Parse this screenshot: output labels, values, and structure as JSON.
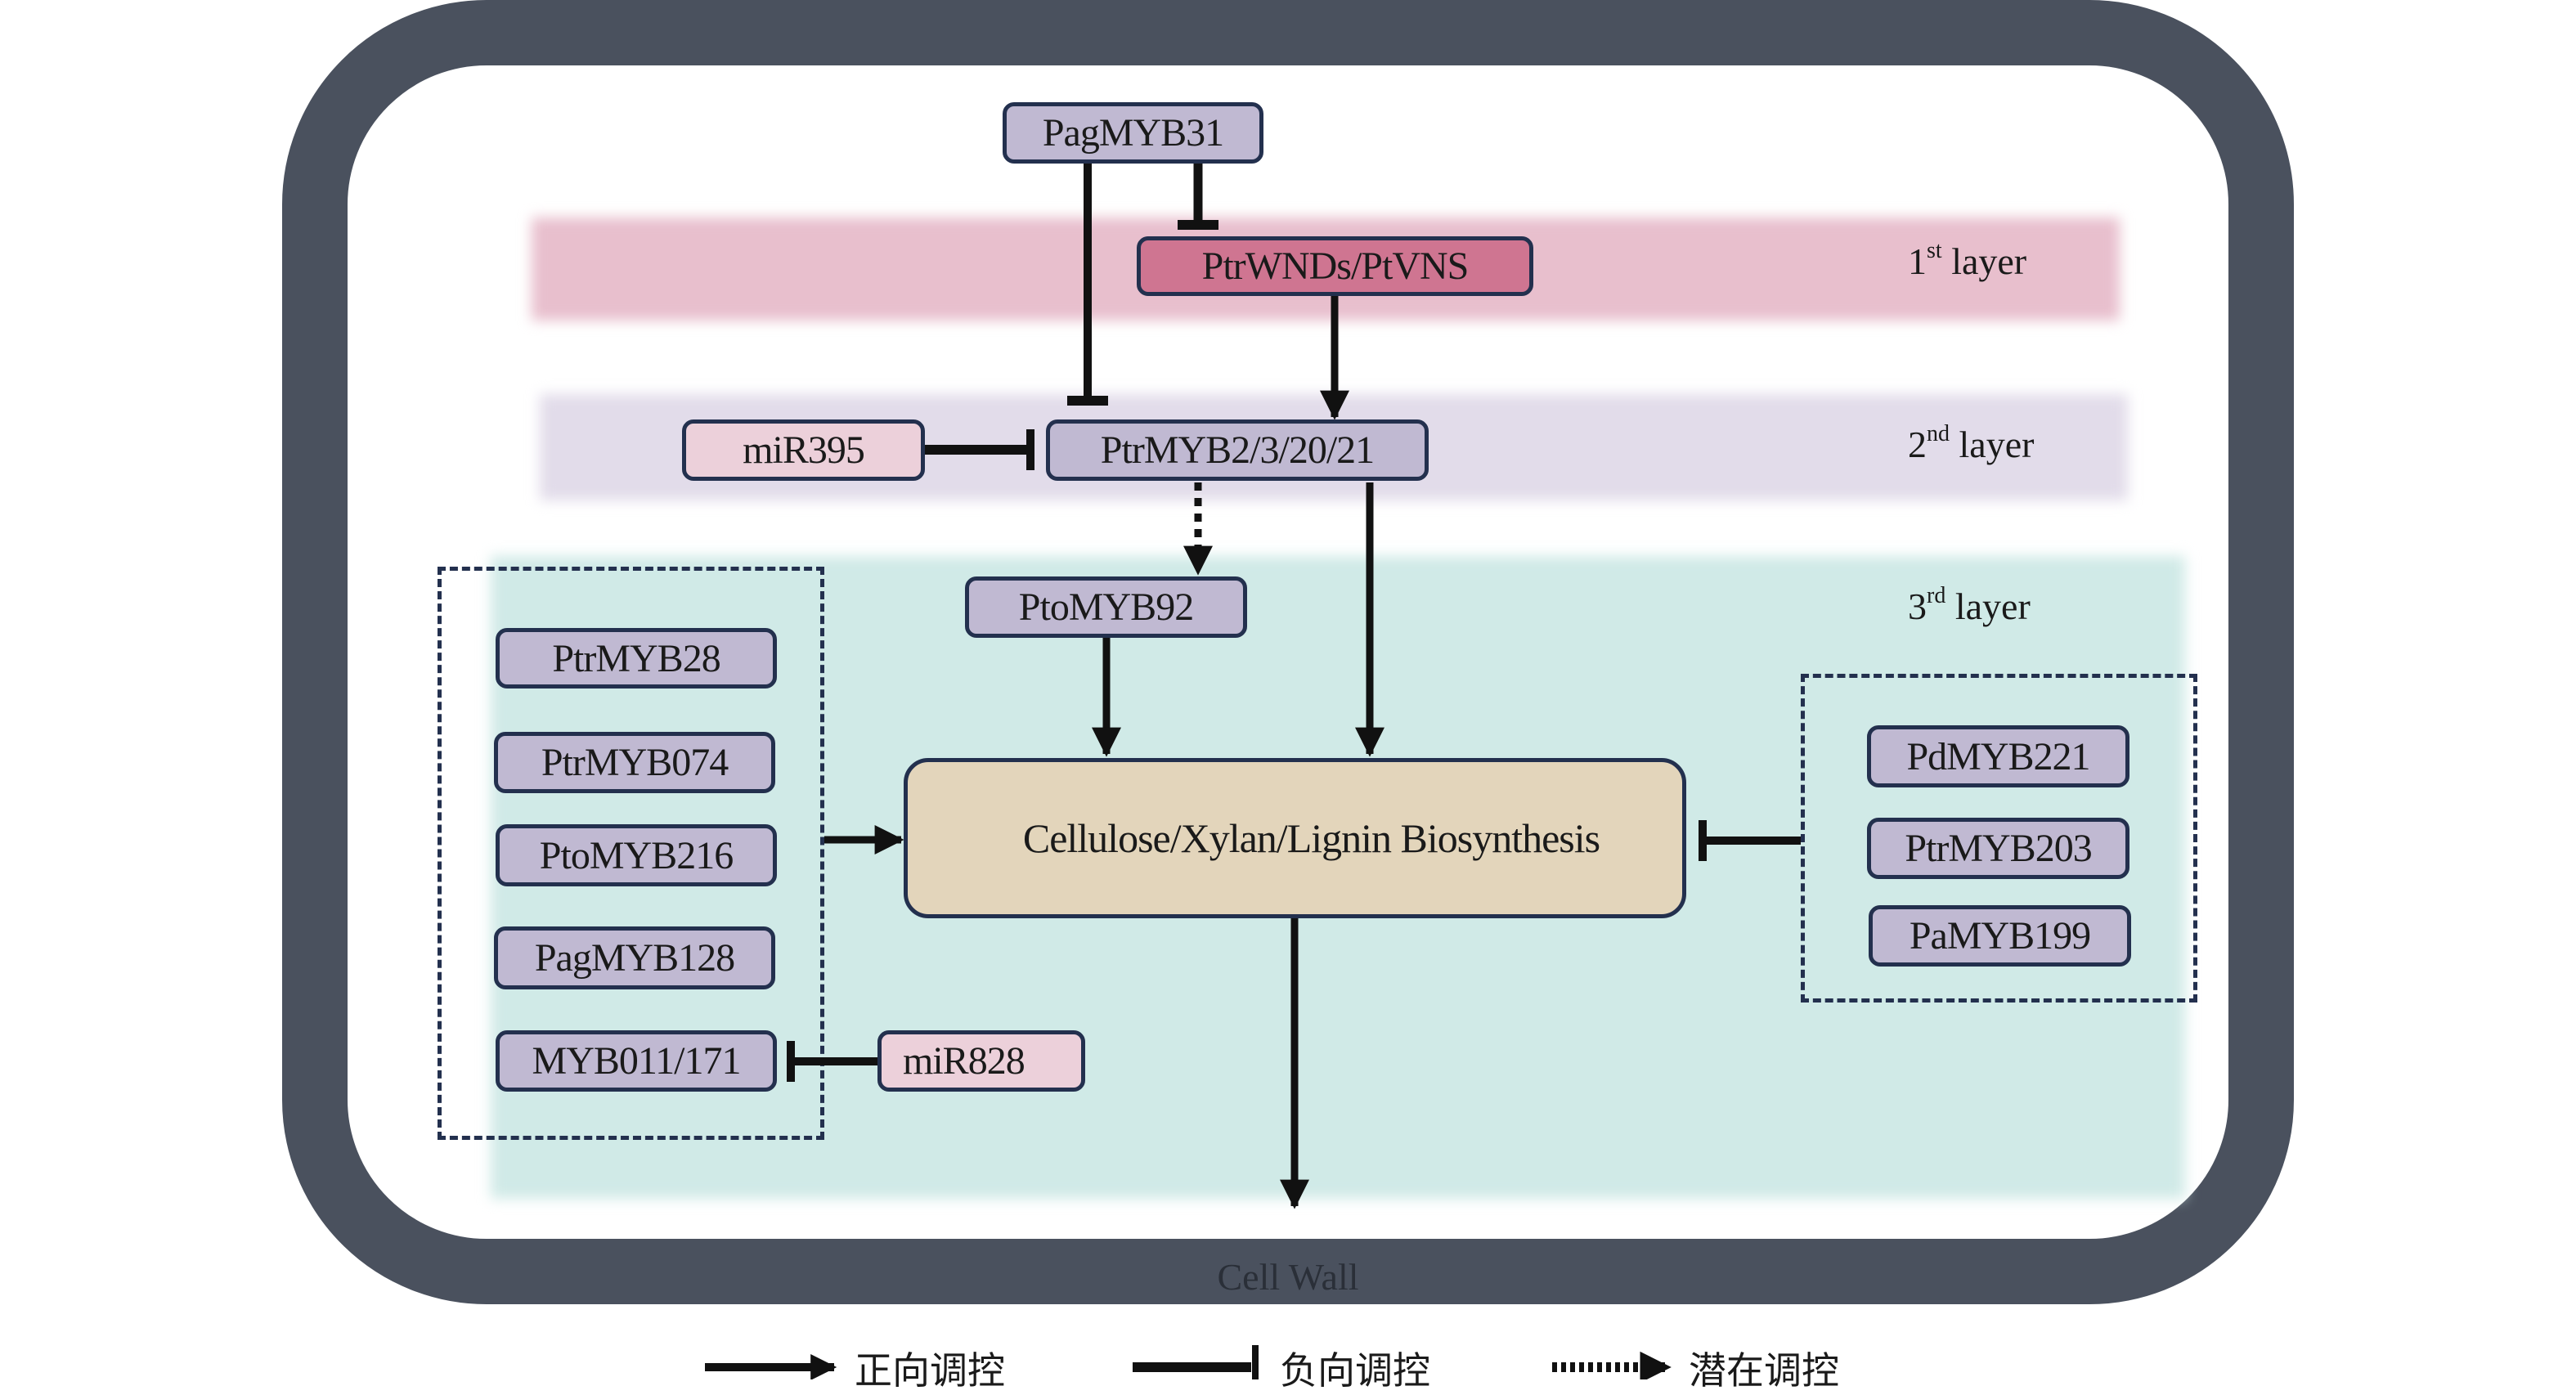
{
  "diagram": {
    "title": "MYB regulatory network of secondary cell wall biosynthesis",
    "cell_wall_label": "Cell Wall",
    "layers": [
      {
        "ordinal": "1",
        "suffix": "st",
        "label": "layer"
      },
      {
        "ordinal": "2",
        "suffix": "nd",
        "label": "layer"
      },
      {
        "ordinal": "3",
        "suffix": "rd",
        "label": "layer"
      }
    ],
    "nodes": {
      "pagmyb31": "PagMYB31",
      "ptrwnds": "PtrWNDs/PtVNS",
      "mir395": "miR395",
      "ptrmyb2": "PtrMYB2/3/20/21",
      "ptomyb92": "PtoMYB92",
      "biosynthesis": "Cellulose/Xylan/Lignin Biosynthesis",
      "mir828": "miR828"
    },
    "left_group": [
      "PtrMYB28",
      "PtrMYB074",
      "PtoMYB216",
      "PagMYB128",
      "MYB011/171"
    ],
    "right_group": [
      "PdMYB221",
      "PtrMYB203",
      "PaMYB199"
    ],
    "edges": [
      {
        "from": "PagMYB31",
        "to": "PtrWNDs/PtVNS",
        "type": "negative"
      },
      {
        "from": "PagMYB31",
        "to": "PtrMYB2/3/20/21",
        "type": "negative"
      },
      {
        "from": "PtrWNDs/PtVNS",
        "to": "PtrMYB2/3/20/21",
        "type": "positive"
      },
      {
        "from": "miR395",
        "to": "PtrMYB2/3/20/21",
        "type": "negative"
      },
      {
        "from": "PtrMYB2/3/20/21",
        "to": "PtoMYB92",
        "type": "potential"
      },
      {
        "from": "PtrMYB2/3/20/21",
        "to": "Cellulose/Xylan/Lignin Biosynthesis",
        "type": "positive"
      },
      {
        "from": "PtoMYB92",
        "to": "Cellulose/Xylan/Lignin Biosynthesis",
        "type": "positive"
      },
      {
        "from": "left_group",
        "to": "Cellulose/Xylan/Lignin Biosynthesis",
        "type": "positive"
      },
      {
        "from": "miR828",
        "to": "MYB011/171",
        "type": "negative"
      },
      {
        "from": "right_group",
        "to": "Cellulose/Xylan/Lignin Biosynthesis",
        "type": "negative"
      },
      {
        "from": "Cellulose/Xylan/Lignin Biosynthesis",
        "to": "Cell Wall",
        "type": "positive"
      }
    ],
    "colors": {
      "wall": "#4a515e",
      "tf_node": "#c0b9d2",
      "mirna_node": "#ecd0da",
      "nac_node": "#cf7591",
      "biosynthesis_node": "#e3d5bb",
      "layer1_band": "#e8bfcd",
      "layer2_band": "#e2dcea",
      "layer3_band": "#d0eae7",
      "node_border": "#23304e"
    }
  },
  "legend": {
    "positive": "正向调控",
    "negative": "负向调控",
    "potential": "潜在调控"
  }
}
